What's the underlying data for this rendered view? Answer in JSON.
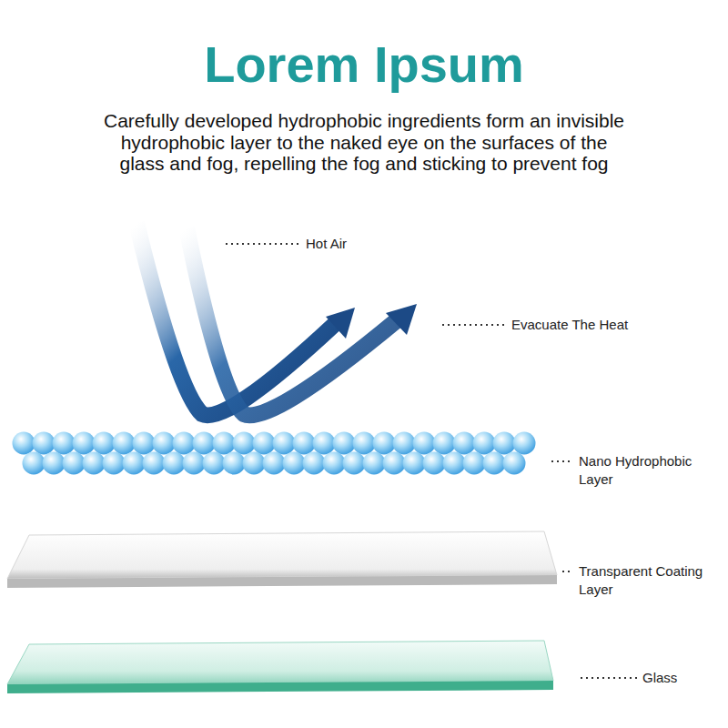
{
  "diagram": {
    "title": "Lorem Ipsum",
    "labels": [
      "Carefully developed hydrophobic ingredients form an invisible hydrophobic layer to the naked eye on the surfaces of the glass and fog, repelling the fog and sticking to prevent fog",
      "Hot Air",
      "Evacuate The Heat",
      "Nano Hydrophobic Layer",
      "Transparent Coating Layer",
      "Glass"
    ]
  }
}
